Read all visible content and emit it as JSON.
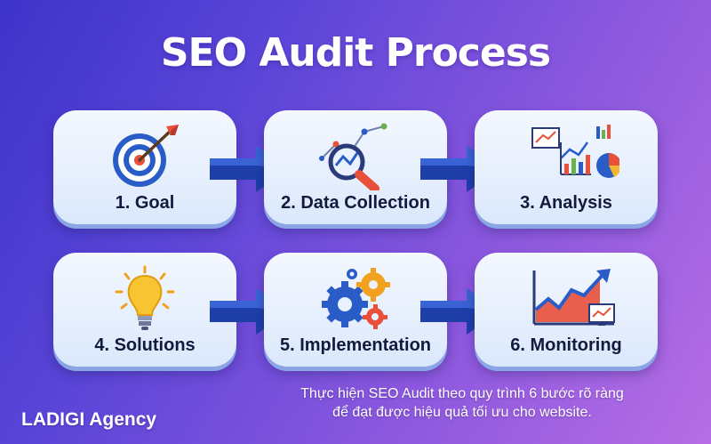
{
  "title": "SEO Audit Process",
  "steps": [
    {
      "label": "1. Goal",
      "icon": "target-icon"
    },
    {
      "label": "2. Data Collection",
      "icon": "data-magnifier-icon"
    },
    {
      "label": "3. Analysis",
      "icon": "charts-icon"
    },
    {
      "label": "4. Solutions",
      "icon": "lightbulb-icon"
    },
    {
      "label": "5. Implementation",
      "icon": "gears-icon"
    },
    {
      "label": "6. Monitoring",
      "icon": "trend-graph-icon"
    }
  ],
  "caption": {
    "line1": "Thực hiện SEO Audit theo quy trình 6 bước rõ ràng",
    "line2": "để đạt được hiệu quả tối ưu cho website."
  },
  "brand": "LADIGI Agency",
  "colors": {
    "arrow": "#1f3fa8",
    "card_bg": "#e8f0fd",
    "label_text": "#121a3d"
  }
}
